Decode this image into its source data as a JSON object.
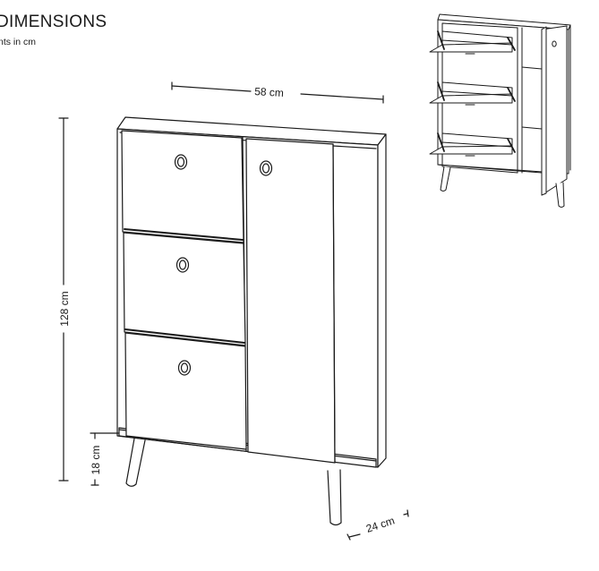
{
  "header": {
    "title": "DIMENSIONS",
    "subtitle": "nts in cm"
  },
  "dimensions": {
    "width": "58 cm",
    "height": "128 cm",
    "leg_height": "18 cm",
    "depth": "24 cm"
  },
  "colors": {
    "line": "#1a1a1a",
    "background": "#ffffff"
  }
}
